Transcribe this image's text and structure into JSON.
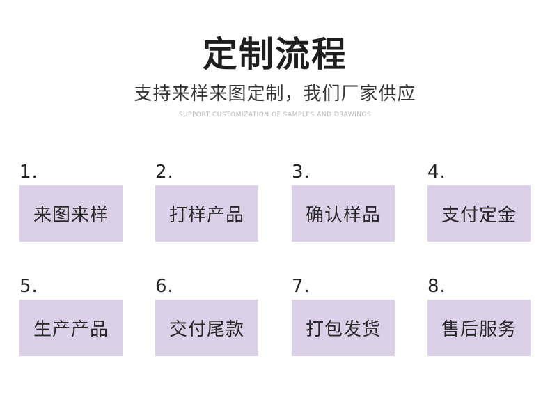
{
  "header": {
    "title": "定制流程",
    "subtitle": "支持来样来图定制，我们厂家供应",
    "subtitle_en": "SUPPORT CUSTOMIZATION OF SAMPLES AND DRAWINGS"
  },
  "steps": [
    {
      "num": "1.",
      "label": "来图来样"
    },
    {
      "num": "2.",
      "label": "打样产品"
    },
    {
      "num": "3.",
      "label": "确认样品"
    },
    {
      "num": "4.",
      "label": "支付定金"
    },
    {
      "num": "5.",
      "label": "生产产品"
    },
    {
      "num": "6.",
      "label": "交付尾款"
    },
    {
      "num": "7.",
      "label": "打包发货"
    },
    {
      "num": "8.",
      "label": "售后服务"
    }
  ],
  "colors": {
    "box_fill": "#dcd0e8",
    "text": "#222222",
    "subtitle_en": "#b3b3b3"
  }
}
